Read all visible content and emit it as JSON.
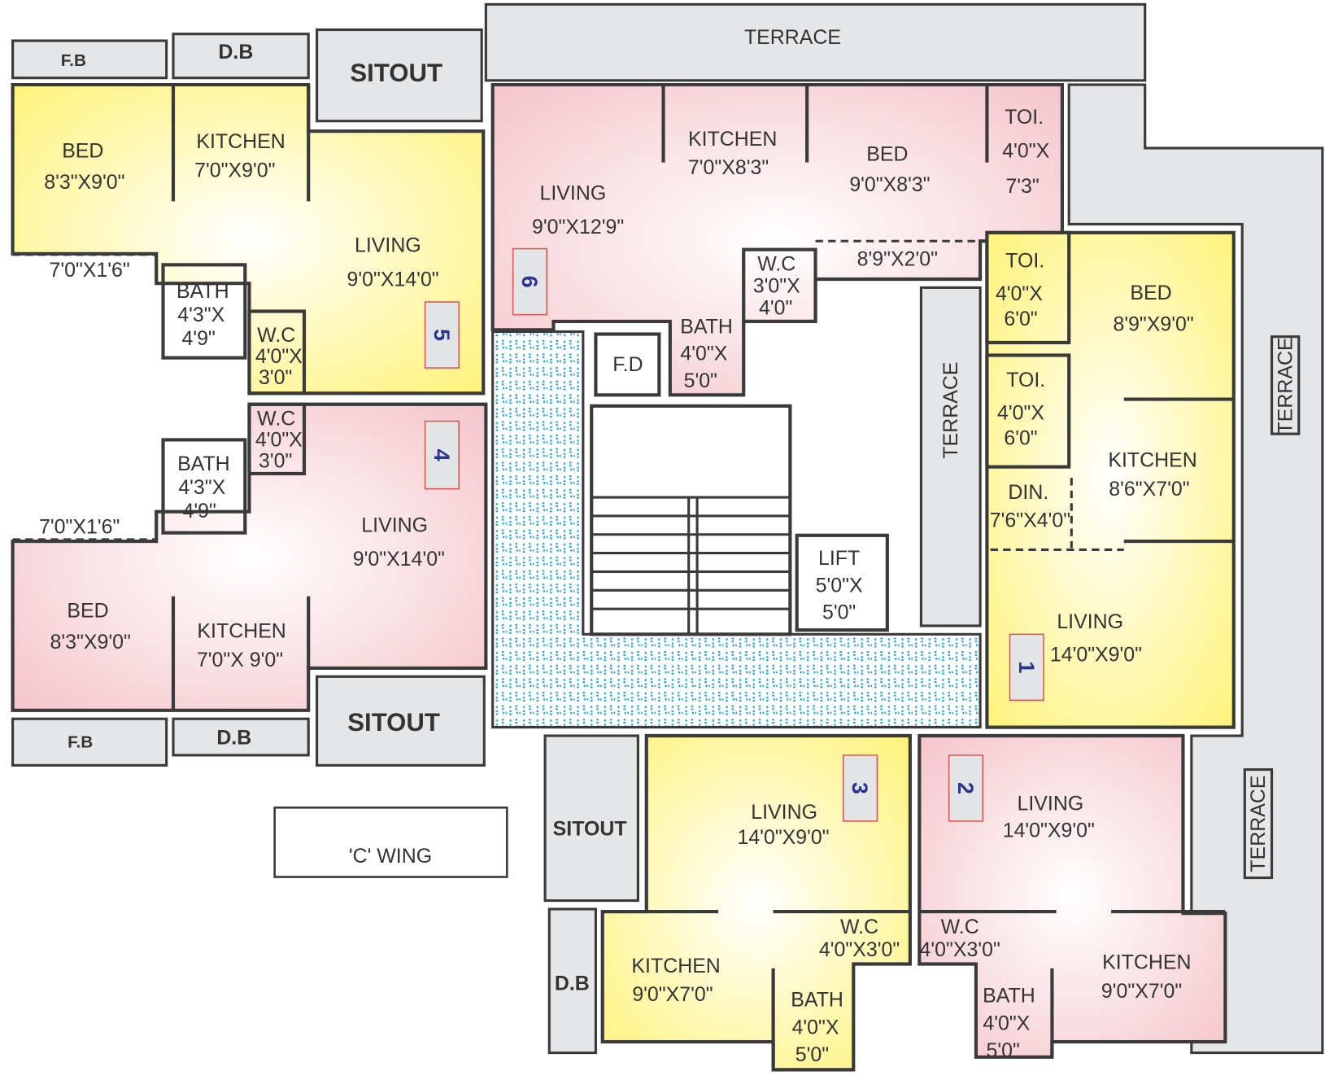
{
  "title": "'C' WING",
  "colors": {
    "yellow": "#fff27a",
    "pink": "#f4c5cc",
    "grey": "#e5e6e7",
    "tile": "#1aa3d9",
    "badge_text": "#2b3590"
  },
  "units": [
    {
      "number": "5",
      "rooms": [
        {
          "name": "BED",
          "dim": [
            "8'3\"X9'0\""
          ]
        },
        {
          "name": "KITCHEN",
          "dim": [
            "7'0\"X9'0\""
          ]
        },
        {
          "name": "LIVING",
          "dim": [
            "9'0\"X14'0\""
          ]
        },
        {
          "name": "",
          "dim": [
            "7'0\"X1'6\""
          ]
        },
        {
          "name": "BATH",
          "dim": [
            "4'3\"X",
            "4'9\""
          ]
        },
        {
          "name": "W.C",
          "dim": [
            "4'0\"X",
            "3'0\""
          ]
        }
      ]
    },
    {
      "number": "4",
      "rooms": [
        {
          "name": "LIVING",
          "dim": [
            "9'0\"X14'0\""
          ]
        },
        {
          "name": "BED",
          "dim": [
            "8'3\"X9'0\""
          ]
        },
        {
          "name": "KITCHEN",
          "dim": [
            "7'0\"X 9'0\""
          ]
        },
        {
          "name": "",
          "dim": [
            "7'0\"X1'6\""
          ]
        },
        {
          "name": "BATH",
          "dim": [
            "4'3\"X",
            "4'9\""
          ]
        },
        {
          "name": "W.C",
          "dim": [
            "4'0\"X",
            "3'0\""
          ]
        }
      ]
    },
    {
      "number": "6",
      "rooms": [
        {
          "name": "LIVING",
          "dim": [
            "9'0\"X12'9\""
          ]
        },
        {
          "name": "KITCHEN",
          "dim": [
            "7'0\"X8'3\""
          ]
        },
        {
          "name": "BED",
          "dim": [
            "9'0\"X8'3\""
          ]
        },
        {
          "name": "TOI.",
          "dim": [
            "4'0\"X",
            "7'3\""
          ]
        },
        {
          "name": "",
          "dim": [
            "8'9\"X2'0\""
          ]
        },
        {
          "name": "W.C",
          "dim": [
            "3'0\"X",
            "4'0\""
          ]
        },
        {
          "name": "BATH",
          "dim": [
            "4'0\"X",
            "5'0\""
          ]
        }
      ]
    },
    {
      "number": "1",
      "rooms": [
        {
          "name": "TOI.",
          "dim": [
            "4'0\"X",
            "6'0\""
          ]
        },
        {
          "name": "BED",
          "dim": [
            "8'9\"X9'0\""
          ]
        },
        {
          "name": "TOI.",
          "dim": [
            "4'0\"X",
            "6'0\""
          ]
        },
        {
          "name": "KITCHEN",
          "dim": [
            "8'6\"X7'0\""
          ]
        },
        {
          "name": "DIN.",
          "dim": [
            "7'6\"X4'0\""
          ]
        },
        {
          "name": "LIVING",
          "dim": [
            "14'0\"X9'0\""
          ]
        }
      ]
    },
    {
      "number": "3",
      "rooms": [
        {
          "name": "LIVING",
          "dim": [
            "14'0\"X9'0\""
          ]
        },
        {
          "name": "KITCHEN",
          "dim": [
            "9'0\"X7'0\""
          ]
        },
        {
          "name": "W.C",
          "dim": [
            "4'0\"X3'0\""
          ]
        },
        {
          "name": "BATH",
          "dim": [
            "4'0\"X",
            "5'0\""
          ]
        }
      ]
    },
    {
      "number": "2",
      "rooms": [
        {
          "name": "LIVING",
          "dim": [
            "14'0\"X9'0\""
          ]
        },
        {
          "name": "KITCHEN",
          "dim": [
            "9'0\"X7'0\""
          ]
        },
        {
          "name": "W.C",
          "dim": [
            "4'0\"X3'0\""
          ]
        },
        {
          "name": "BATH",
          "dim": [
            "4'0\"X",
            "5'0\""
          ]
        }
      ]
    }
  ],
  "common": {
    "terrace": [
      "TERRACE",
      "TERRACE",
      "TERRACE",
      "TERRACE"
    ],
    "sitout": [
      "SITOUT",
      "SITOUT",
      "SITOUT"
    ],
    "fb": [
      "F.B",
      "F.B"
    ],
    "db": [
      "D.B",
      "D.B",
      "D.B"
    ],
    "fd": "F.D",
    "lift": {
      "name": "LIFT",
      "dim": [
        "5'0\"X",
        "5'0\""
      ]
    }
  }
}
